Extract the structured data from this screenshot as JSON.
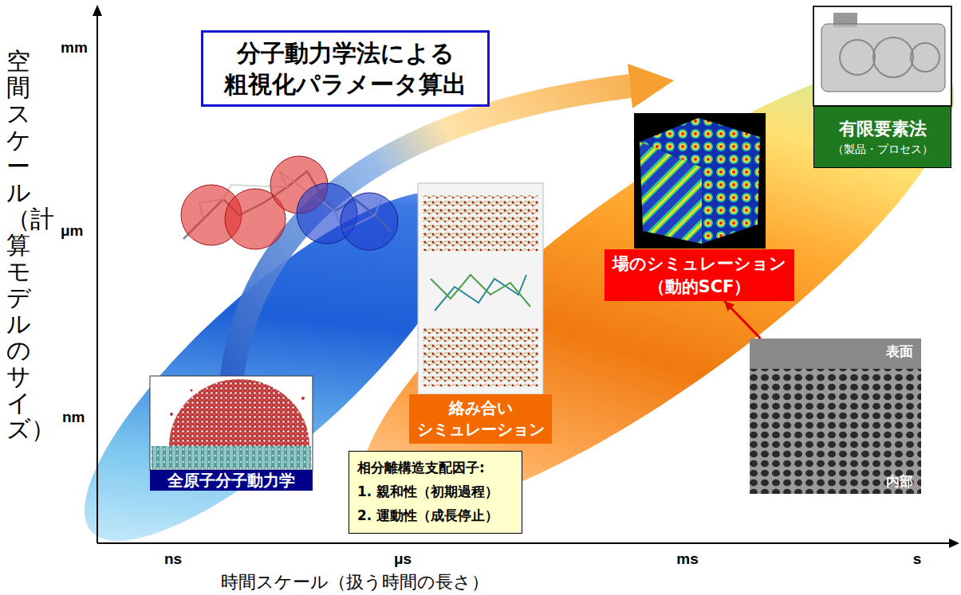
{
  "diagram": {
    "nodes": [
      {
        "text": [
          "分子動力学法による 粗視化パラメータ算出"
        ]
      },
      {
        "text": [
          "有限要素法",
          "（製品・プロセス）"
        ]
      },
      {
        "text": [
          "場のシミュレーション （動的SCF）"
        ]
      },
      {
        "text": [
          "表面",
          "内部"
        ]
      },
      {
        "text": [
          "絡み合い シミュレーション"
        ]
      },
      {
        "text": [
          "全原子分子動力学"
        ]
      },
      {
        "text": [
          "相分離構造支配因子:",
          "1. 親和性（初期過程）",
          "2. 運動性（成長停止）"
        ]
      }
    ],
    "edges": [
      {
        "from": 3,
        "to": 2,
        "arrow": "to"
      }
    ],
    "labels": [
      "mm",
      "μm",
      "nm",
      "空間スケール（計算モデルのサイズ）",
      "ns",
      "μs",
      "ms",
      "s",
      "時間スケール（扱う時間の長さ）"
    ]
  }
}
